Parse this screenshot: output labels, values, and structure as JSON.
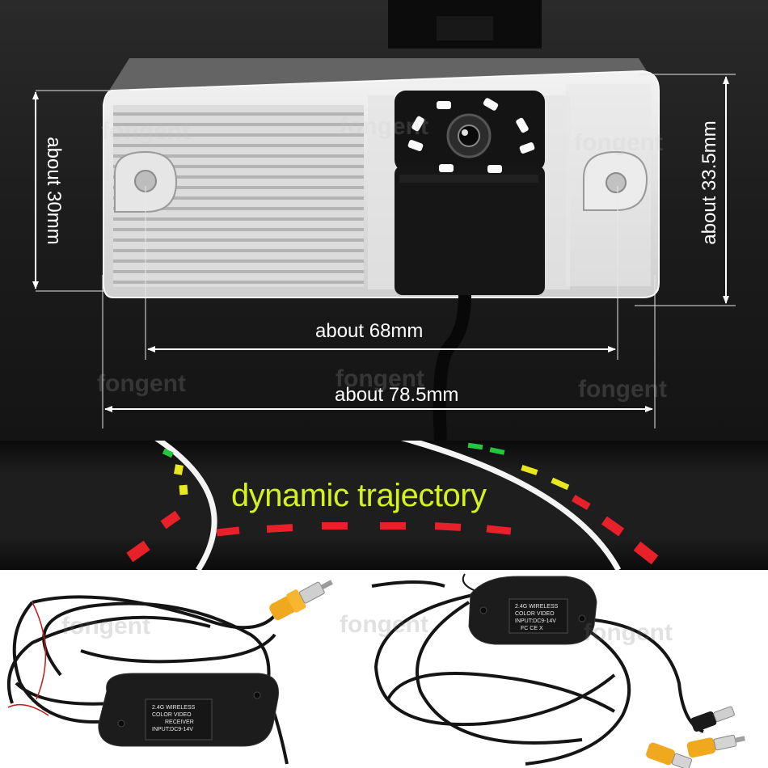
{
  "dimensions": {
    "height_left": "about 30mm",
    "height_right": "about 33.5mm",
    "hole_spacing": "about 68mm",
    "total_width": "about 78.5mm"
  },
  "watermark": "fongent",
  "trajectory": {
    "label": "dynamic trajectory",
    "label_color": "#d4f21c",
    "guide_colors": {
      "near": "#e8202a",
      "mid": "#e8e81e",
      "far": "#22c83c"
    }
  },
  "transmitter_label": {
    "line1": "2.4G WIRELESS",
    "line2": "COLOR  VIDEO",
    "line3": "INPUT:DC9-14V",
    "marks": "FC  CE  X"
  },
  "receiver_label": {
    "line1": "2.4G WIRELESS",
    "line2": "COLOR   VIDEO",
    "line3": "RECEIVER",
    "line4": "INPUT:DC9-14V"
  },
  "colors": {
    "background_top": "#1a1a1a",
    "background_bottom": "#ffffff",
    "module": "#1c1c1c",
    "rca_yellow": "#f0a91e"
  }
}
